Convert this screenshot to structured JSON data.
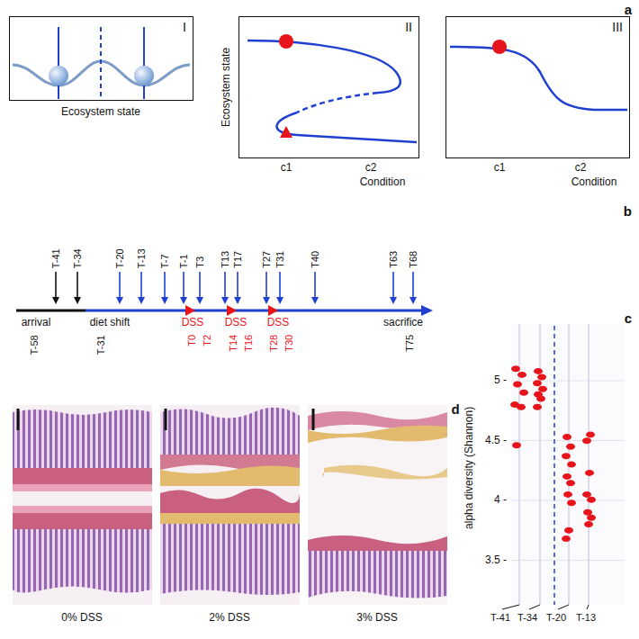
{
  "diagram": {
    "nodes": [
      {
        "text": [
          "I"
        ]
      },
      {
        "text": [
          "II"
        ]
      },
      {
        "text": [
          "III"
        ]
      }
    ],
    "labels": [
      "a",
      "Ecosystem state",
      "Ecosystem state",
      "c1",
      "c2",
      "Condition",
      "c1",
      "c2",
      "Condition",
      "b",
      "T-41",
      "T-34",
      "T-20",
      "T-13",
      "T-7",
      "T-1",
      "T3",
      "T13",
      "T17",
      "T27",
      "T31",
      "T40",
      "T63",
      "T68",
      "arrival",
      "diet shift",
      "sacrifice",
      "T-58",
      "T-31",
      "T75",
      "DSS",
      "DSS",
      "DSS",
      "T0",
      "T2",
      "T14",
      "T16",
      "T28",
      "T30",
      "c",
      "alpha diversity (Shannon)",
      "5 -",
      "4.5 -",
      "4 -",
      "3.5 -",
      "T-41",
      "T-34",
      "T-20",
      "T-13",
      "d",
      "0% DSS",
      "2% DSS",
      "3% DSS"
    ]
  }
}
